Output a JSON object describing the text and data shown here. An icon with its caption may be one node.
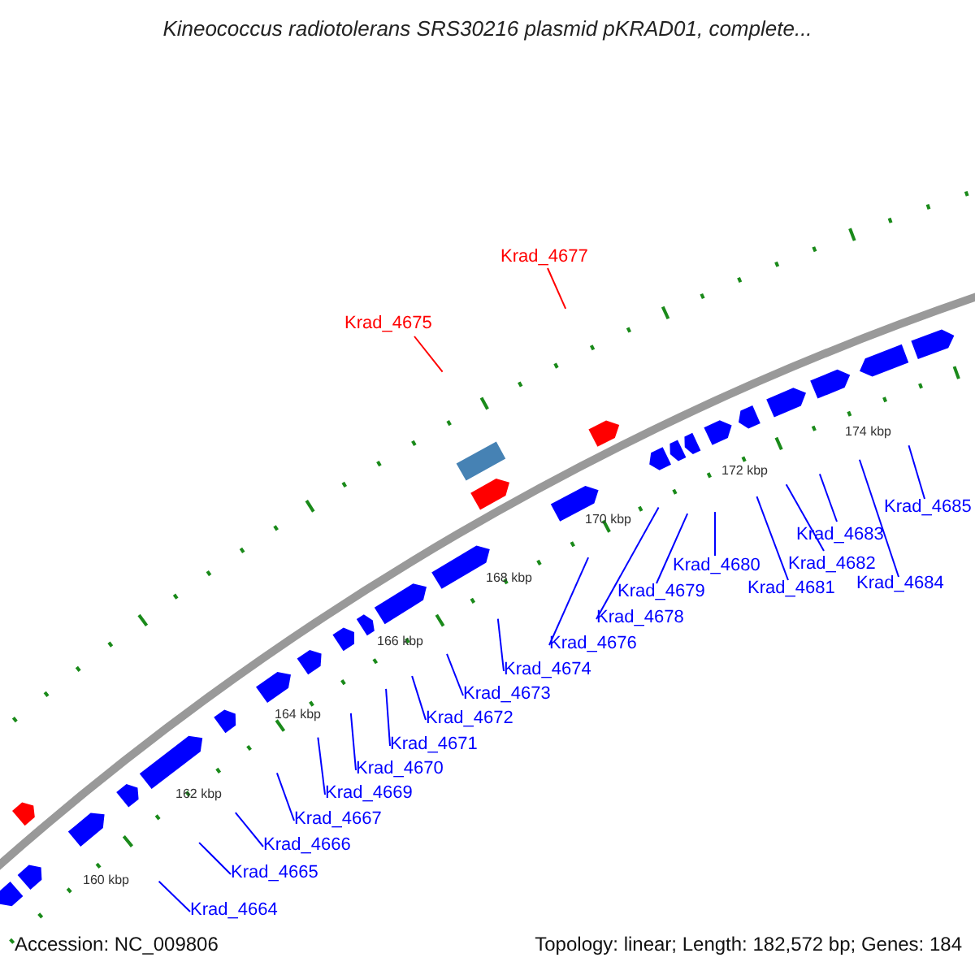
{
  "diagram": {
    "title": "Kineococcus radiotolerans SRS30216 plasmid pKRAD01, complete...",
    "nodes": [
      {
        "text": [
          "Krad_4677"
        ]
      },
      {
        "text": [
          "Krad_4675"
        ]
      },
      {
        "text": [
          "Krad_4664"
        ]
      },
      {
        "text": [
          "Krad_4665"
        ]
      },
      {
        "text": [
          "Krad_4666"
        ]
      },
      {
        "text": [
          "Krad_4667"
        ]
      },
      {
        "text": [
          "Krad_4669"
        ]
      },
      {
        "text": [
          "Krad_4670"
        ]
      },
      {
        "text": [
          "Krad_4671"
        ]
      },
      {
        "text": [
          "Krad_4672"
        ]
      },
      {
        "text": [
          "Krad_4673"
        ]
      },
      {
        "text": [
          "Krad_4674"
        ]
      },
      {
        "text": [
          "Krad_4676"
        ]
      },
      {
        "text": [
          "Krad_4678"
        ]
      },
      {
        "text": [
          "Krad_4679"
        ]
      },
      {
        "text": [
          "Krad_4680"
        ]
      },
      {
        "text": [
          "Krad_4681"
        ]
      },
      {
        "text": [
          "Krad_4682"
        ]
      },
      {
        "text": [
          "Krad_4683"
        ]
      },
      {
        "text": [
          "Krad_4684"
        ]
      },
      {
        "text": [
          "Krad_4685"
        ]
      }
    ],
    "edges": [
      {
        "from": 0,
        "to": null,
        "arrow": "none",
        "color": "#ff0000"
      },
      {
        "from": 1,
        "to": null,
        "arrow": "none",
        "color": "#ff0000"
      },
      {
        "from": 2,
        "to": null,
        "arrow": "none"
      },
      {
        "from": 3,
        "to": null,
        "arrow": "none"
      },
      {
        "from": 4,
        "to": null,
        "arrow": "none"
      },
      {
        "from": 5,
        "to": null,
        "arrow": "none"
      },
      {
        "from": 6,
        "to": null,
        "arrow": "none"
      },
      {
        "from": 7,
        "to": null,
        "arrow": "none"
      },
      {
        "from": 8,
        "to": null,
        "arrow": "none"
      },
      {
        "from": 9,
        "to": null,
        "arrow": "none"
      },
      {
        "from": 10,
        "to": null,
        "arrow": "none"
      },
      {
        "from": 11,
        "to": null,
        "arrow": "none"
      },
      {
        "from": 12,
        "to": null,
        "arrow": "none"
      },
      {
        "from": 13,
        "to": null,
        "arrow": "none"
      },
      {
        "from": 14,
        "to": null,
        "arrow": "none"
      },
      {
        "from": 15,
        "to": null,
        "arrow": "none"
      },
      {
        "from": 16,
        "to": null,
        "arrow": "none"
      },
      {
        "from": 17,
        "to": null,
        "arrow": "none"
      },
      {
        "from": 18,
        "to": null,
        "arrow": "none"
      },
      {
        "from": 19,
        "to": null,
        "arrow": "none"
      },
      {
        "from": 20,
        "to": null,
        "arrow": "none"
      }
    ],
    "labels": [
      "174 kbp",
      "172 kbp",
      "170 kbp",
      "168 kbp",
      "166 kbp",
      "164 kbp",
      "162 kbp",
      "160 kbp",
      "Accession: NC_009806",
      "Topology: linear; Length: 182,572 bp; Genes: 184"
    ]
  }
}
